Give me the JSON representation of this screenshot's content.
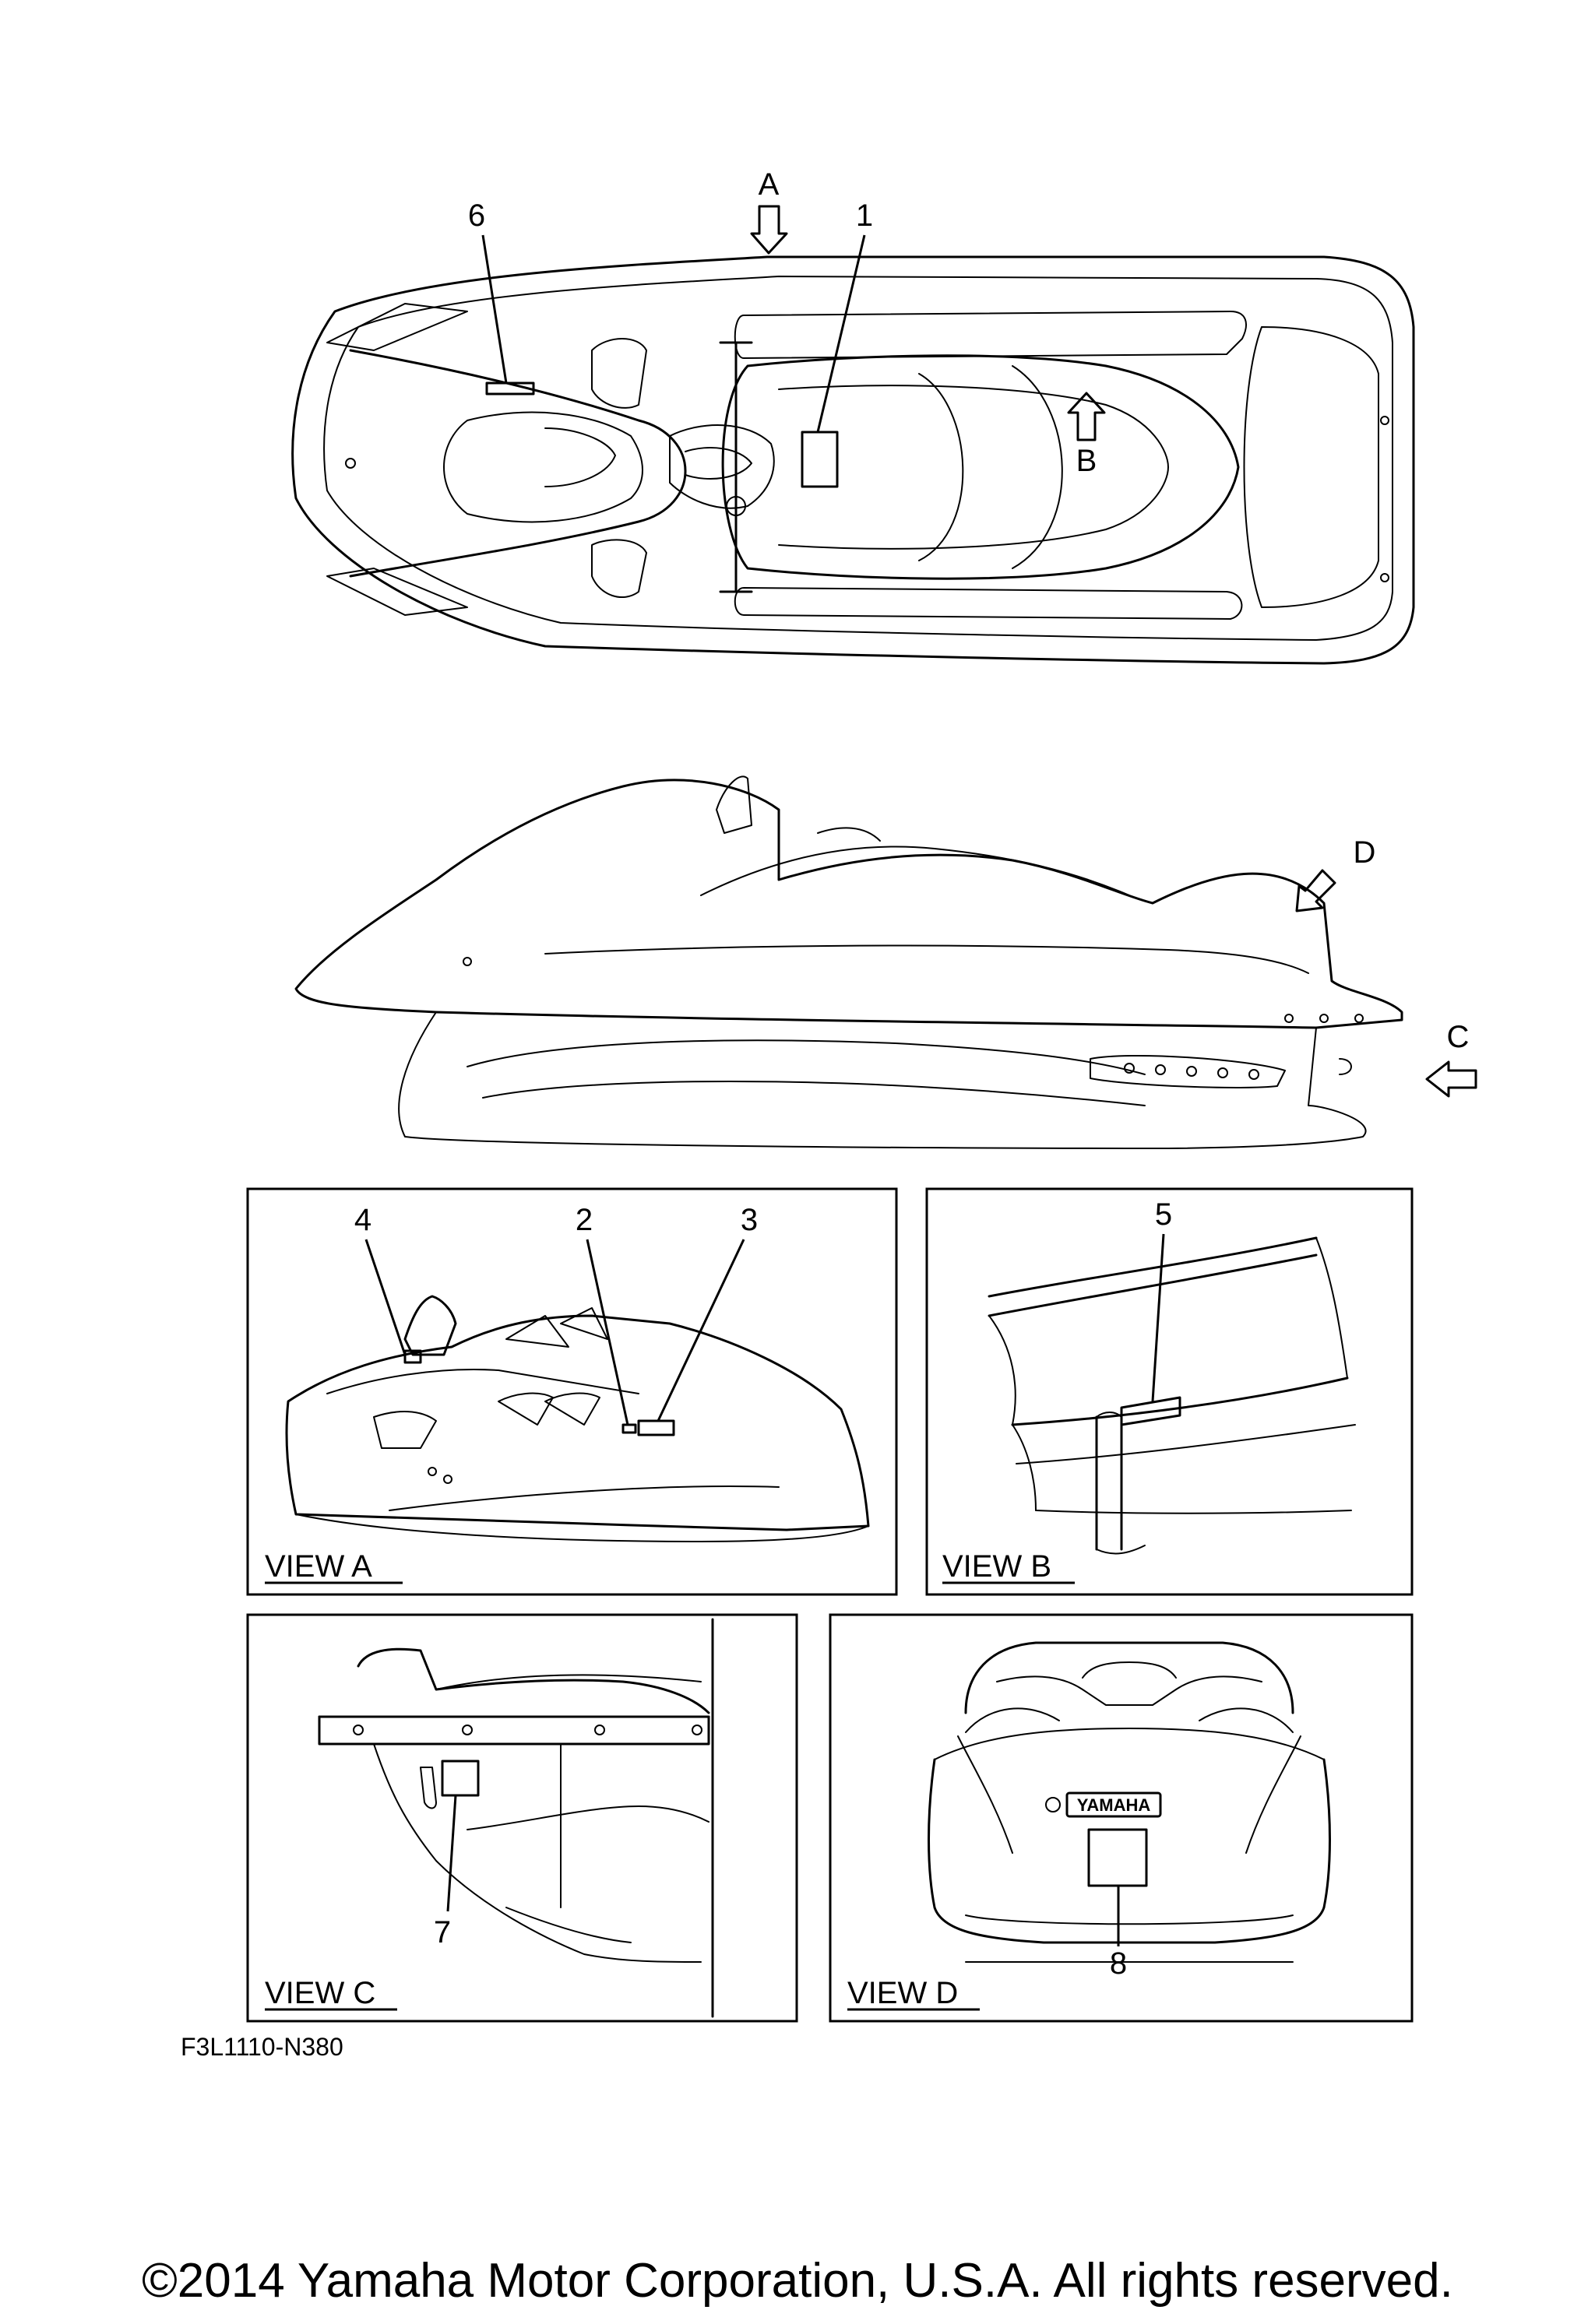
{
  "callouts": {
    "c1": "1",
    "c2": "2",
    "c3": "3",
    "c4": "4",
    "c5": "5",
    "c6": "6",
    "c7": "7",
    "c8": "8"
  },
  "view_arrows": {
    "a": "A",
    "b": "B",
    "c": "C",
    "d": "D"
  },
  "view_labels": {
    "a": "VIEW A",
    "b": "VIEW B",
    "c": "VIEW C",
    "d": "VIEW D"
  },
  "decal_text": {
    "yamaha": "YAMAHA"
  },
  "figure_code": "F3L1110-N380",
  "copyright": "©2014 Yamaha Motor Corporation, U.S.A. All rights reserved."
}
